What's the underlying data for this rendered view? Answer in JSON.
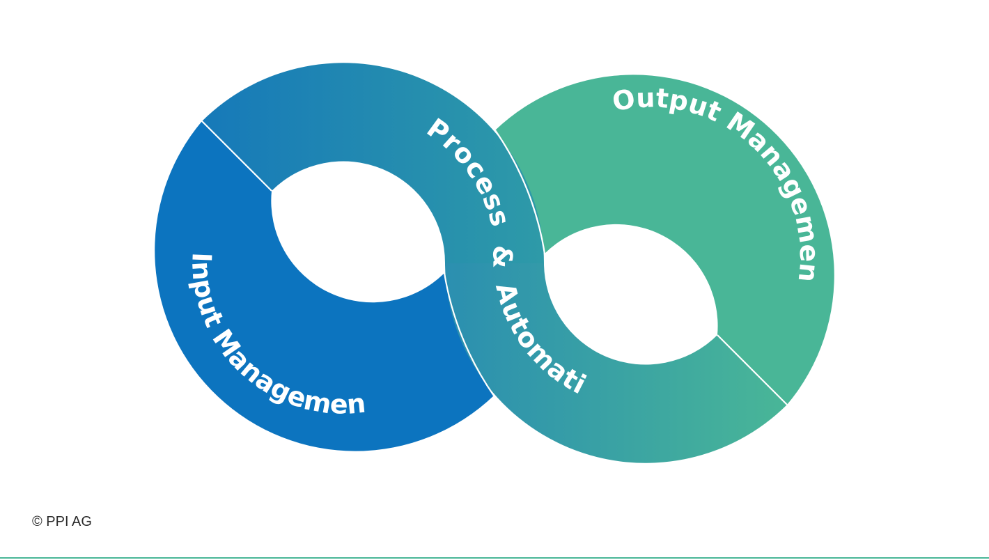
{
  "diagram": {
    "segments": [
      {
        "id": "input",
        "label": "Input Management",
        "color": "#0c74bf"
      },
      {
        "id": "process",
        "label": "Process & Automation",
        "color_start": "#1679b9",
        "color_end": "#2e9aa8"
      },
      {
        "id": "output",
        "label": "Output Management",
        "color": "#49b697"
      }
    ],
    "lower_gradient": {
      "color_start": "#2b8fb0",
      "color_end": "#49b697"
    },
    "separator_color": "#ffffff"
  },
  "footer": {
    "copyright": "© PPI AG",
    "rule_color": "#49b697"
  }
}
